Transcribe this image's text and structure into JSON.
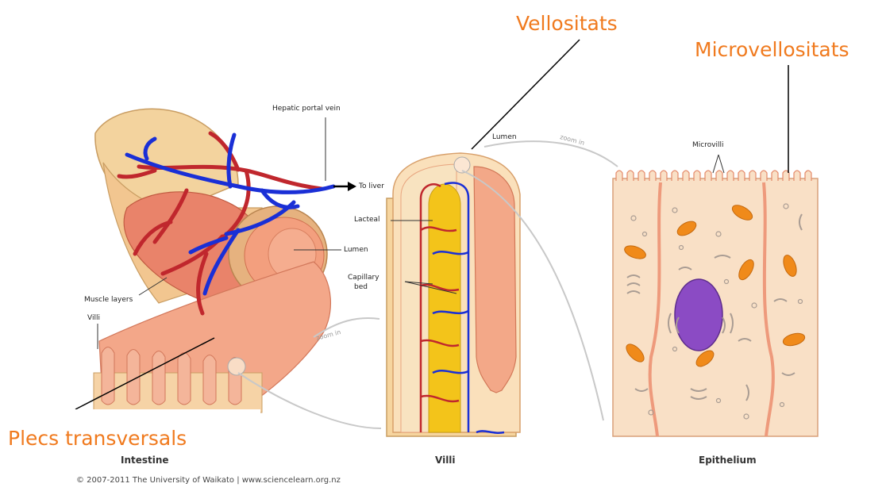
{
  "annotations": {
    "vellositats": "Vellositats",
    "microvellositats": "Microvellositats",
    "plecs": "Plecs transversals"
  },
  "labels": {
    "hepatic_portal_vein": "Hepatic portal vein",
    "to_liver": "To liver",
    "lumen_intestine": "Lumen",
    "muscle_layers": "Muscle layers",
    "villi_small": "Villi",
    "lumen_villi": "Lumen",
    "lacteal": "Lacteal",
    "capillary_bed_1": "Capillary",
    "capillary_bed_2": "bed",
    "microvilli": "Microvilli",
    "zoom_in_1": "zoom in",
    "zoom_in_2": "zoom in"
  },
  "captions": {
    "intestine": "Intestine",
    "villi": "Villi",
    "epithelium": "Epithelium"
  },
  "footer": {
    "copyright": "© 2007-2011 The University of Waikato | www.sciencelearn.org.nz"
  },
  "colors": {
    "annotation": "#f07a1e",
    "artery": "#c0272d",
    "vein": "#1a2fd6",
    "lacteal": "#f3c41a",
    "tissue": "#f4c9a0",
    "mucosa": "#f08e72",
    "mitochondria": "#f08a1a",
    "nucleus": "#8b4bc4"
  }
}
